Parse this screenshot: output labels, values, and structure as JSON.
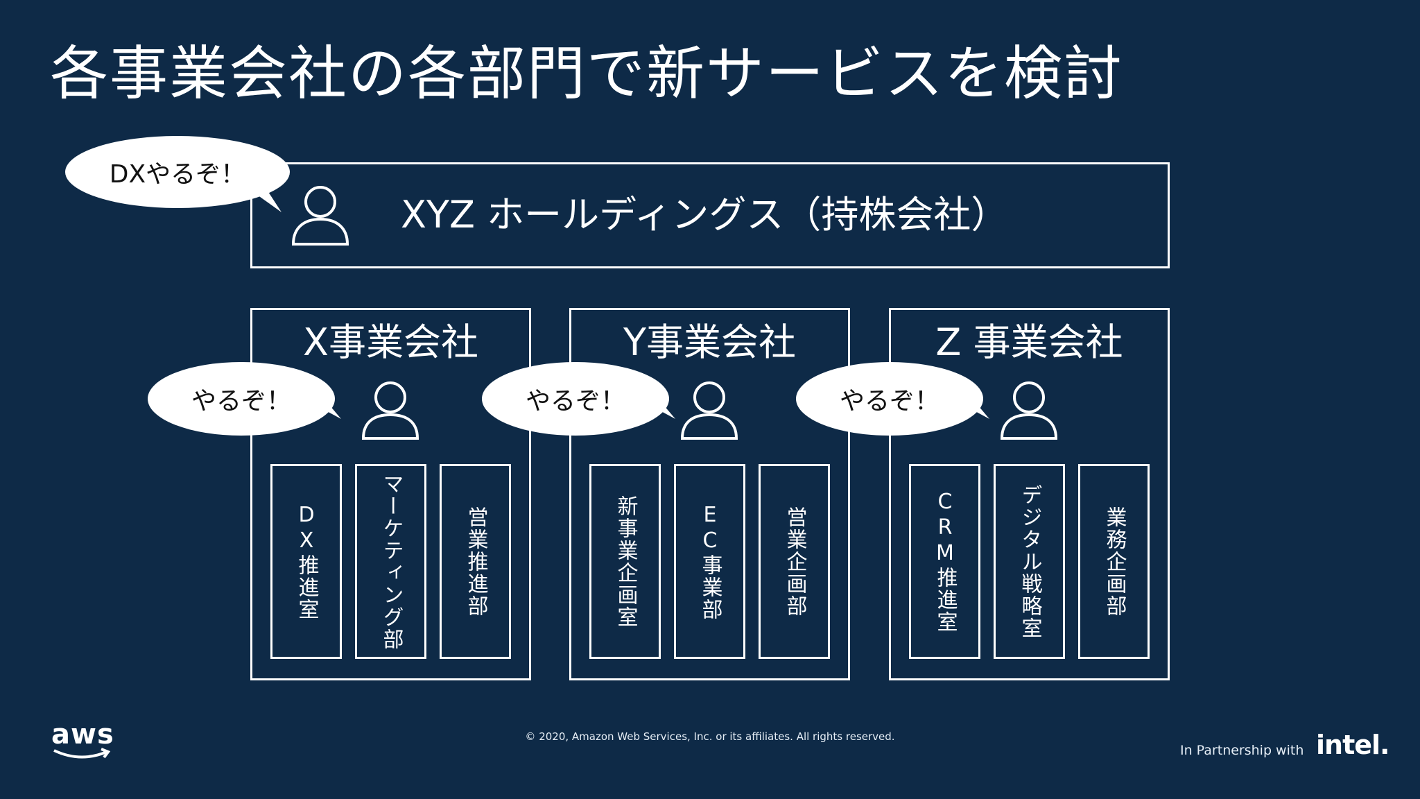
{
  "slide": {
    "title": "各事業会社の各部門で新サービスを検討"
  },
  "holding": {
    "label": "XYZ ホールディングス（持株会社）",
    "bubble": "DXやるぞ！"
  },
  "companies": [
    {
      "name": "X事業会社",
      "bubble": "やるぞ！",
      "departments": [
        "DX推進室",
        "マーケティング部",
        "営業推進部"
      ]
    },
    {
      "name": "Y事業会社",
      "bubble": "やるぞ！",
      "departments": [
        "新事業企画室",
        "EC事業部",
        "営業企画部"
      ]
    },
    {
      "name": "Z 事業会社",
      "bubble": "やるぞ！",
      "departments": [
        "CRM推進室",
        "デジタル戦略室",
        "業務企画部"
      ]
    }
  ],
  "footer": {
    "copyright": "© 2020, Amazon Web Services, Inc. or its affiliates. All rights reserved.",
    "aws_logo": "aws",
    "partnership": "In Partnership with",
    "intel_logo": "intel."
  },
  "icons": {
    "person": "person-icon"
  }
}
